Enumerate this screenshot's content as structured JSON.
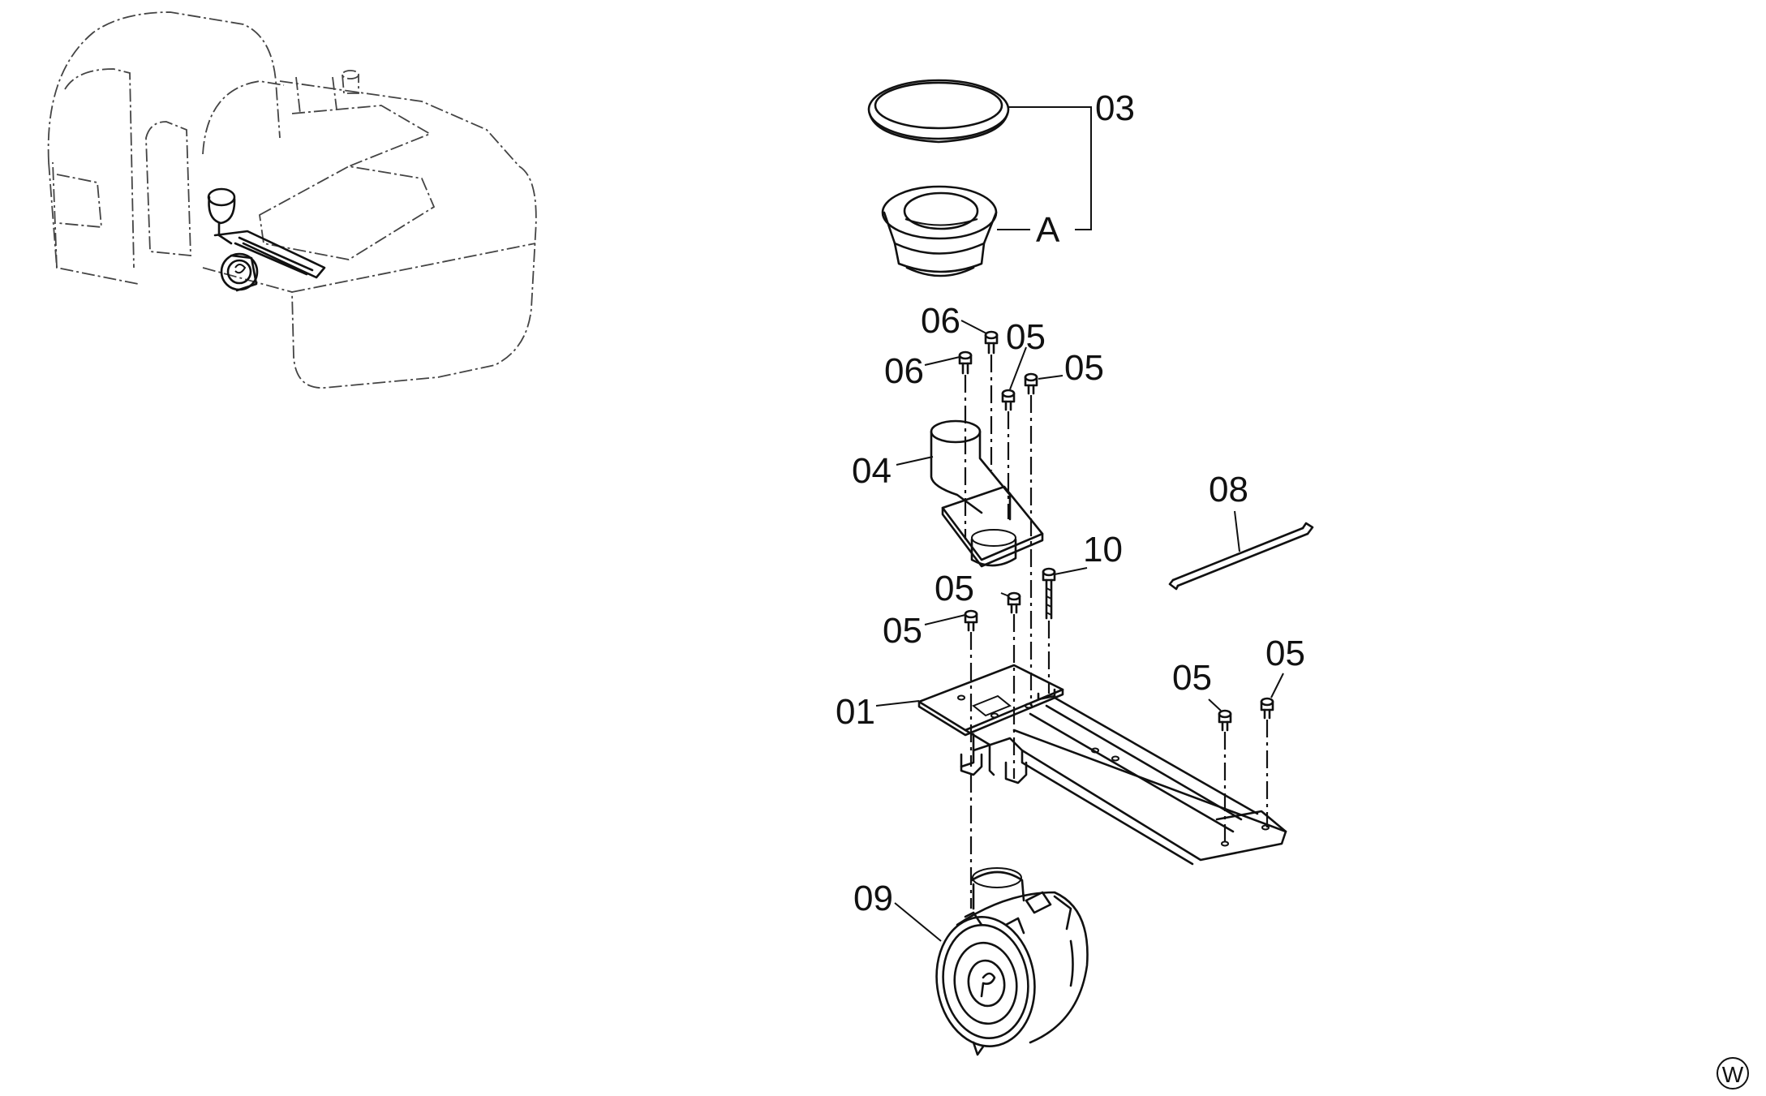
{
  "labels": {
    "p03": "03",
    "pA": "A",
    "p06a": "06",
    "p05a": "05",
    "p06b": "06",
    "p05b": "05",
    "p04": "04",
    "p08": "08",
    "p10": "10",
    "p05c": "05",
    "p05d": "05",
    "p01": "01",
    "p05e": "05",
    "p05f": "05",
    "p09": "09"
  },
  "corner_mark": "W"
}
